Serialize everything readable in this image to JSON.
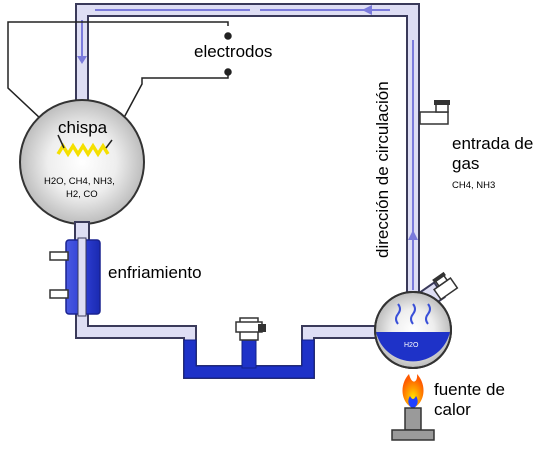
{
  "labels": {
    "electrodes": "electrodos",
    "spark": "chispa",
    "spark_contents_line1": "H2O, CH4, NH3,",
    "spark_contents_line2": "H2, CO",
    "cooling": "enfriamiento",
    "circulation_direction": "dirección de circulación",
    "gas_inlet_line1": "entrada de",
    "gas_inlet_line2": "gas",
    "gas_inlet_formula": "CH4, NH3",
    "flask_water": "H2O",
    "heat_source_line1": "fuente de",
    "heat_source_line2": "calor"
  },
  "colors": {
    "tube_fill": "#dedef4",
    "tube_outline": "#3a3a5a",
    "flow_arrow": "#7b7bdc",
    "water": "#1e32c8",
    "spark": "#f5e000",
    "flame_outer": "#ff7a00",
    "flame_inner": "#2040ff"
  }
}
